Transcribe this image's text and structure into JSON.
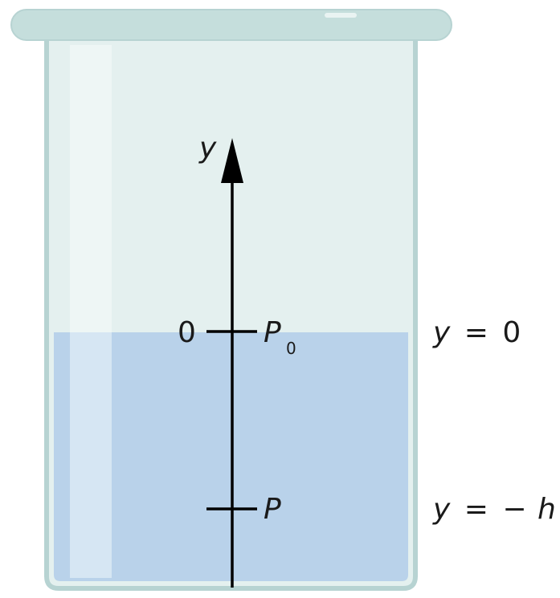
{
  "axis": {
    "name": "y",
    "zero_tick": "0"
  },
  "points": {
    "surface": {
      "symbol": "P",
      "subscript": "0"
    },
    "depth": {
      "symbol": "P"
    }
  },
  "levels": {
    "surface": {
      "var": "y",
      "equals": "=",
      "value": "0"
    },
    "depth": {
      "var": "y",
      "equals": "=",
      "minus": "−",
      "value": "h"
    }
  },
  "colors": {
    "beaker_glass": "#e4f0ef",
    "beaker_rim": "#c5dedc",
    "beaker_outline": "#b7d3d2",
    "water": "#b9d2ea",
    "axis": "#000000",
    "text": "#1a1a1a"
  }
}
